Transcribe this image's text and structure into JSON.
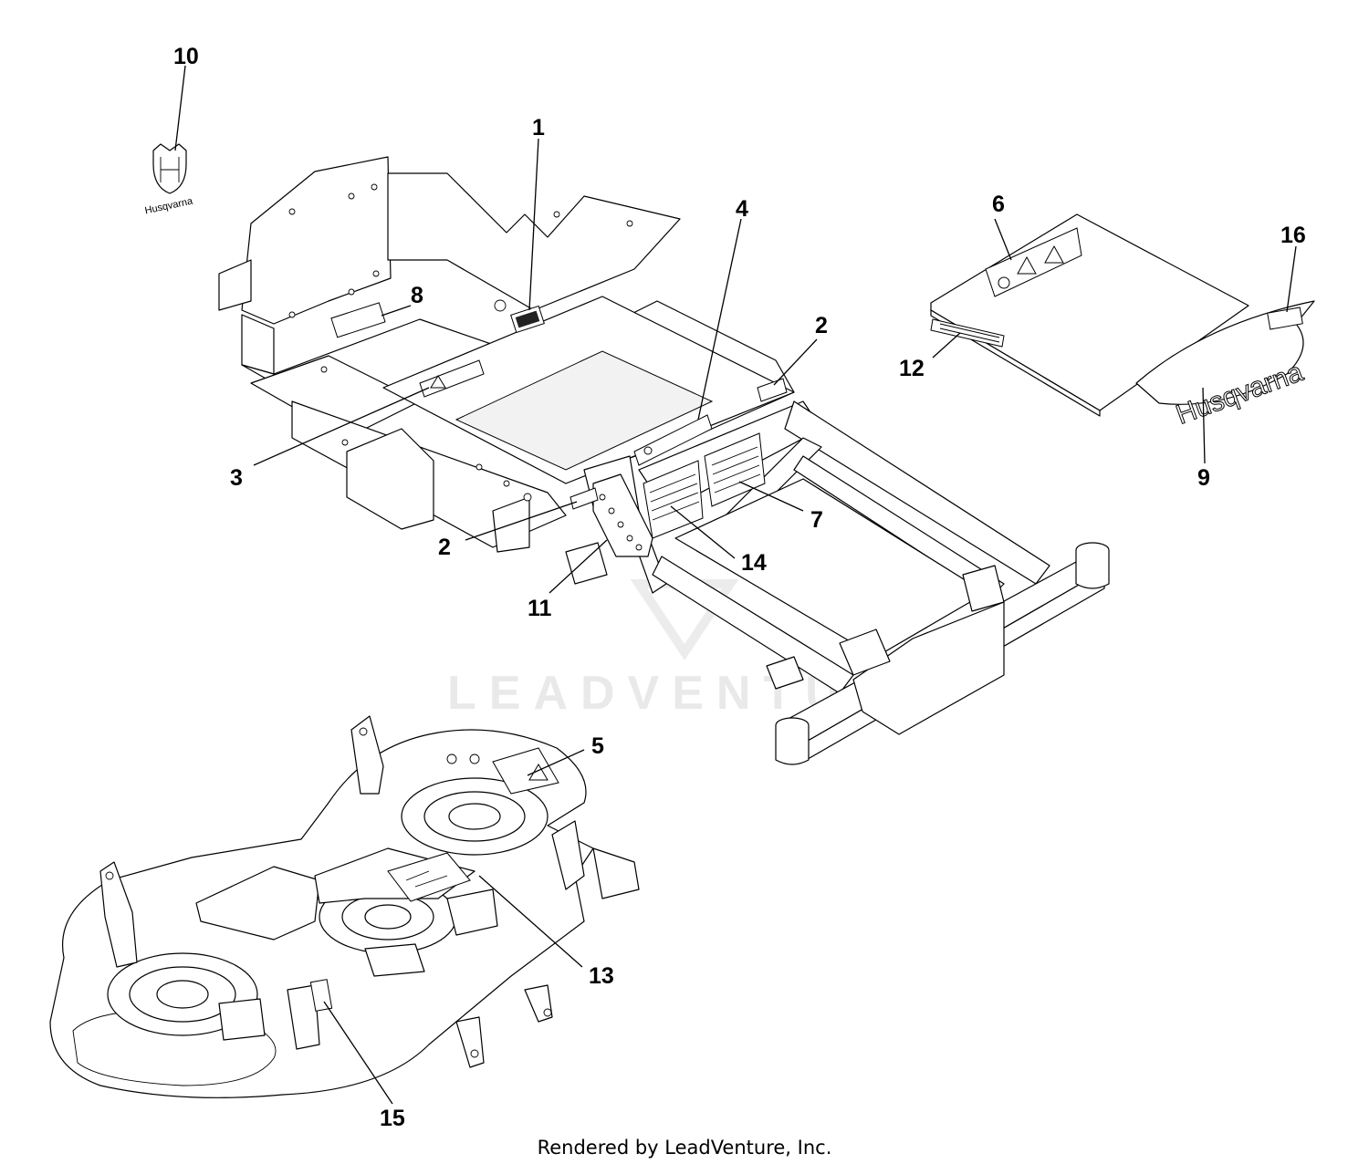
{
  "diagram": {
    "callouts": {
      "c1": "1",
      "c2a": "2",
      "c2b": "2",
      "c3": "3",
      "c4": "4",
      "c5": "5",
      "c6": "6",
      "c7": "7",
      "c8": "8",
      "c9": "9",
      "c10": "10",
      "c11": "11",
      "c12": "12",
      "c13": "13",
      "c14": "14",
      "c15": "15",
      "c16": "16"
    },
    "brand_decal_text": "Husqvarna",
    "logo_decal_text": "Husqvarna",
    "watermark": "LEADVENTURE",
    "footer": "Rendered by LeadVenture, Inc."
  }
}
